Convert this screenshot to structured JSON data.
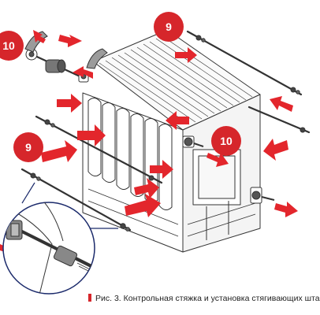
{
  "caption": {
    "text": "Рис. 3. Контрольная стяжка и установка стягивающих шта"
  },
  "callouts": [
    {
      "label": "10"
    },
    {
      "label": "9"
    },
    {
      "label": "9"
    },
    {
      "label": "10"
    }
  ],
  "colors": {
    "arrow": "#e3262c",
    "callout": "#d6262b",
    "line": "#333333",
    "fill": "#ffffff"
  }
}
